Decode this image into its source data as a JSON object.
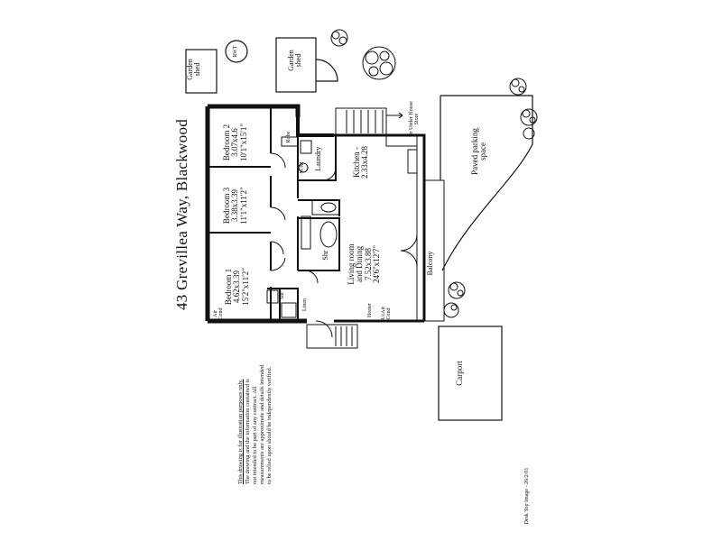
{
  "title": "43 Grevillea Way, Blackwood",
  "rooms": {
    "bedroom1": {
      "name": "Bedroom 1",
      "metric": "4.62x3.39",
      "imperial": "15'2\"x11'2\""
    },
    "bedroom2": {
      "name": "Bedroom 2",
      "metric": "3.07x4.6",
      "imperial": "10'1\"x15'1\""
    },
    "bedroom3": {
      "name": "Bedroom 3",
      "metric": "3.38x3.39",
      "imperial": "11'1\"x11'2\""
    },
    "kitchen": {
      "name": "Kitchen -",
      "metric": "2.33x4.28"
    },
    "living": {
      "name_line1": "Living room",
      "name_line2": "and Dining",
      "metric": "7.52x3.88",
      "imperial": "24'6\"x12'7\""
    },
    "laundry": "Laundry",
    "balcony": "Balcony",
    "shr": "Shr",
    "linen": "Linen",
    "robe": "Robe",
    "wm": "W/M"
  },
  "labels": {
    "garden_shed_left": [
      "Garden",
      "shed"
    ],
    "garden_shed_right": [
      "Garden",
      "shed"
    ],
    "rwt": "RWT",
    "paved_parking": [
      "Paved parking",
      "space"
    ],
    "carport": "Carport",
    "to_under_house": [
      "To Under House",
      "Store"
    ],
    "air_cond": [
      "Air",
      "Cond"
    ],
    "heater": "Heater",
    "rc_air_cond": [
      "R/cAir",
      "Cond"
    ]
  },
  "disclaimer": {
    "line1": "This drawing is for illustration purposes only.",
    "line2": "The drawing and the information contained is",
    "line3": "not intended to be part of any contract. All",
    "line4": "measurements are approximate and details intended",
    "line5": "to be relied upon should be independently verified."
  },
  "footer": "Desk Top Image - 26/2/01"
}
